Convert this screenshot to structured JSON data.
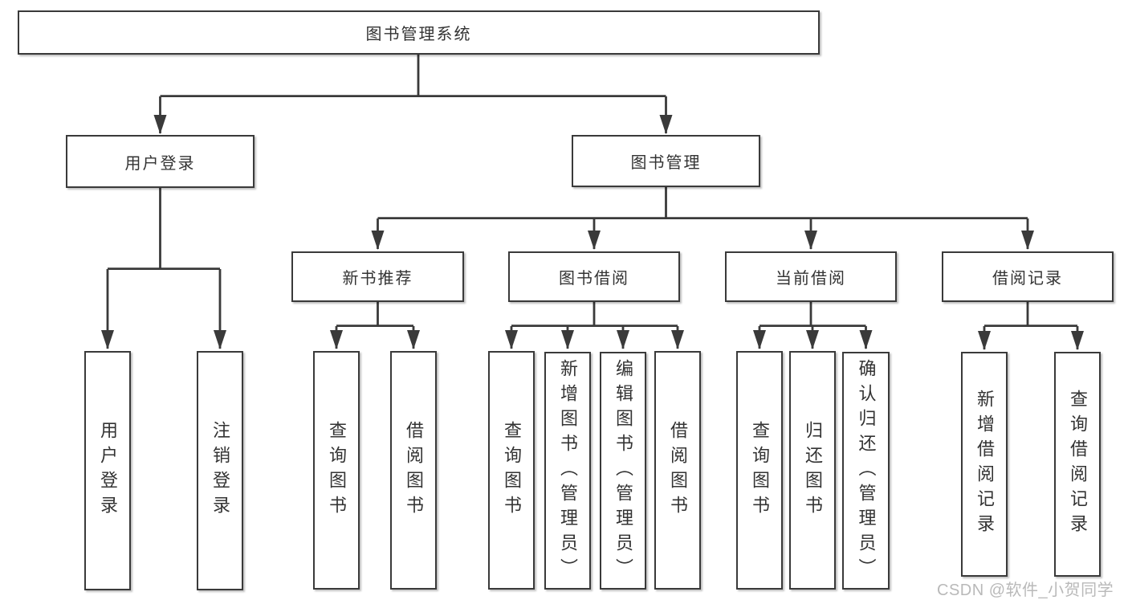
{
  "diagram": {
    "root": "图书管理系统",
    "branches": {
      "user": "用户登录",
      "book": "图书管理"
    },
    "book_sections": [
      "新书推荐",
      "图书借阅",
      "当前借阅",
      "借阅记录"
    ],
    "user_leaves": [
      "用户登录",
      "注销登录"
    ],
    "new_book_leaves": [
      "查询图书",
      "借阅图书"
    ],
    "borrow_leaves": [
      "查询图书",
      "新增图书（管理员）",
      "编辑图书（管理员）",
      "借阅图书"
    ],
    "current_leaves": [
      "查询图书",
      "归还图书",
      "确认归还（管理员）"
    ],
    "record_leaves": [
      "新增借阅记录",
      "查询借阅记录"
    ]
  },
  "watermark": "CSDN @软件_小贺同学",
  "colors": {
    "line": "#3a3a3a",
    "text": "#333333",
    "watermark": "#b9b9b9",
    "background": "#ffffff"
  }
}
